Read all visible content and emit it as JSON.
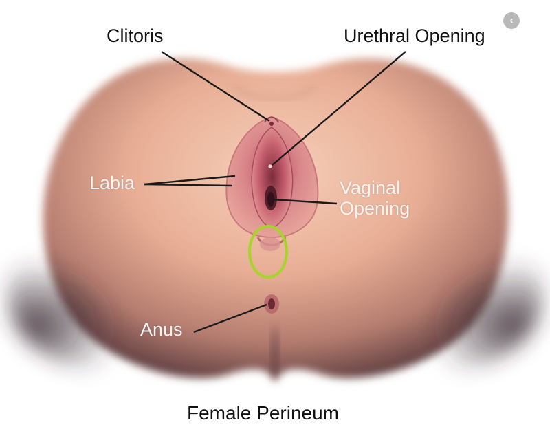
{
  "labels": {
    "clitoris": "Clitoris",
    "urethral_opening": "Urethral Opening",
    "labia": "Labia",
    "vaginal_opening": "Vaginal Opening",
    "anus": "Anus"
  },
  "caption": "Female Perineum",
  "colors": {
    "skin_light": "#f2c5ae",
    "skin_mid": "#d99a82",
    "skin_shadow": "#5e3b40",
    "tissue_pink": "#d97e82",
    "highlight_circle": "#a6d52a",
    "leader_line": "#1a1a1a"
  },
  "icons": {
    "corner_button": "chevron-left-icon"
  }
}
